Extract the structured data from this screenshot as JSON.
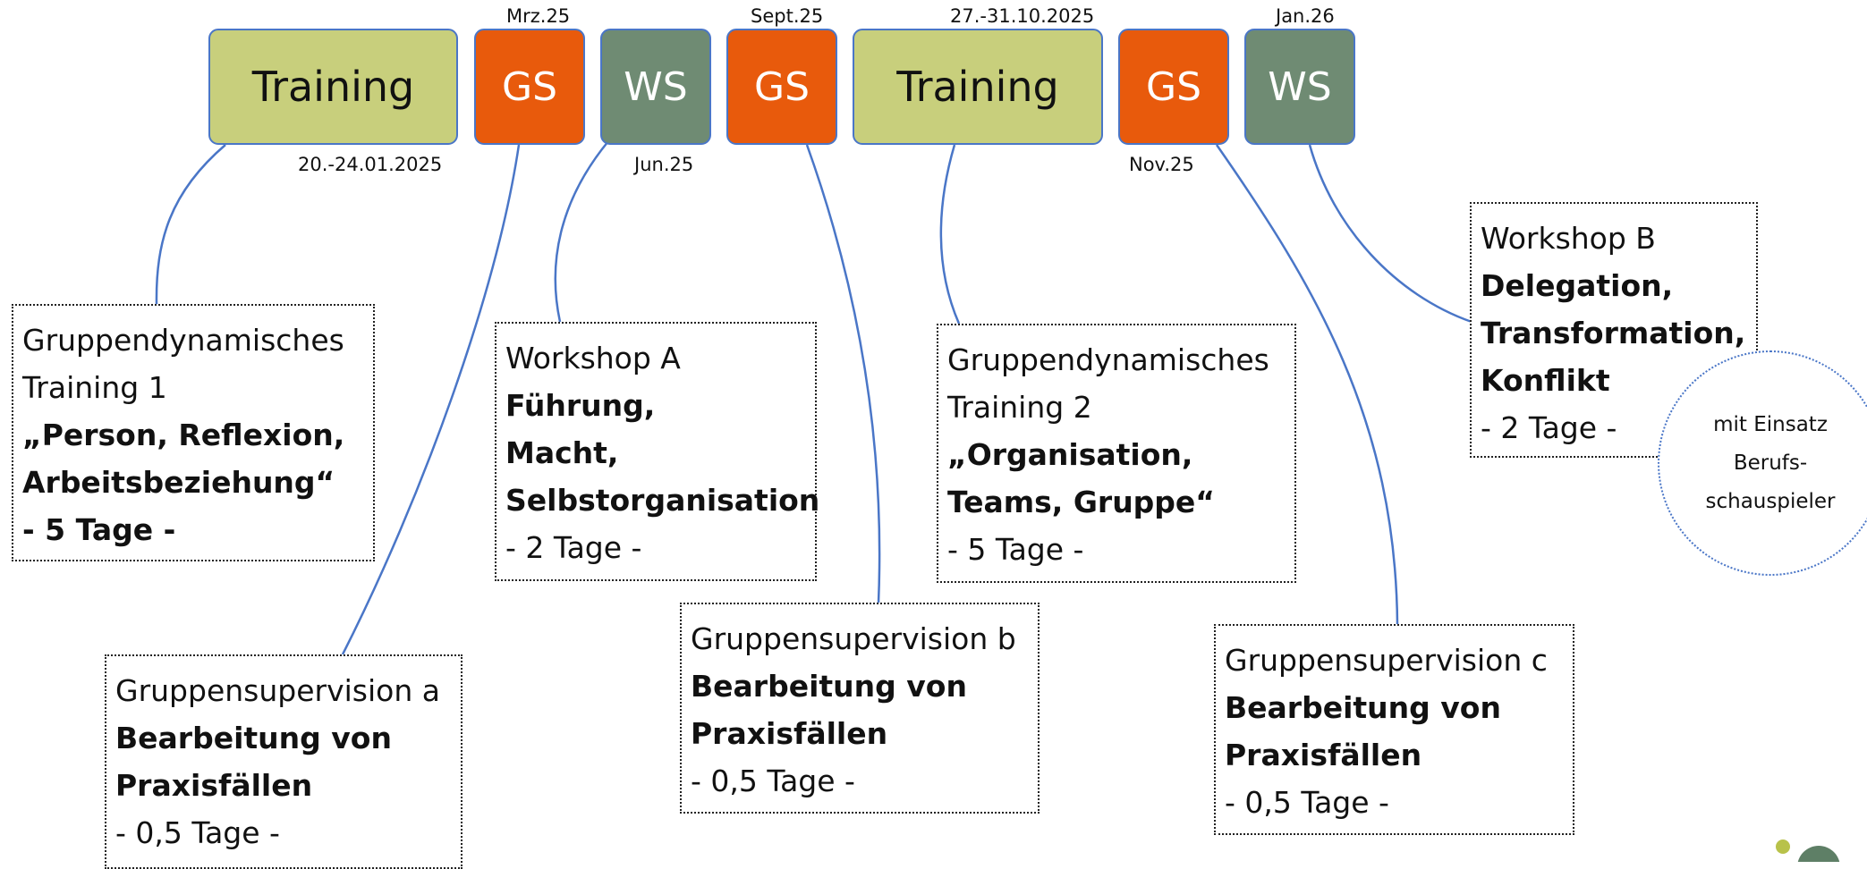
{
  "timeline": {
    "blocks": [
      {
        "label": "Training",
        "type": "training"
      },
      {
        "label": "GS",
        "type": "gs"
      },
      {
        "label": "WS",
        "type": "ws"
      },
      {
        "label": "GS",
        "type": "gs"
      },
      {
        "label": "Training",
        "type": "training"
      },
      {
        "label": "GS",
        "type": "gs"
      },
      {
        "label": "WS",
        "type": "ws"
      }
    ],
    "dates": {
      "d1": "20.-24.01.2025",
      "d2": "Mrz.25",
      "d3": "Jun.25",
      "d4": "Sept.25",
      "d5": "27.-31.10.2025",
      "d6": "Nov.25",
      "d7": "Jan.26"
    },
    "colors": {
      "training": "#c8cf7c",
      "gs": "#e85a0c",
      "ws": "#6f8b73",
      "border": "#4a76c7",
      "connector": "#4a76c7"
    }
  },
  "cards": {
    "training1": {
      "line1": "Gruppendynamisches",
      "line2": "Training 1",
      "line3": "„Person, Reflexion,",
      "line4": "Arbeitsbeziehung“",
      "line5": "- 5 Tage -"
    },
    "gsa": {
      "line1": "Gruppensupervision a",
      "line2": "Bearbeitung von",
      "line3": "Praxisfällen",
      "line4": "- 0,5 Tage -"
    },
    "wsa": {
      "line1": "Workshop A",
      "line2": "Führung,",
      "line3": "Macht,",
      "line4": "Selbstorganisation",
      "line5": "- 2 Tage -"
    },
    "gsb": {
      "line1": "Gruppensupervision b",
      "line2": "Bearbeitung von",
      "line3": "Praxisfällen",
      "line4": "- 0,5 Tage -"
    },
    "training2": {
      "line1": "Gruppendynamisches",
      "line2": "Training 2",
      "line3": "„Organisation,",
      "line4": "Teams, Gruppe“",
      "line5": "- 5 Tage -"
    },
    "gsc": {
      "line1": "Gruppensupervision c",
      "line2": "Bearbeitung von",
      "line3": "Praxisfällen",
      "line4": "- 0,5 Tage -"
    },
    "wsb": {
      "line1": "Workshop B",
      "line2": "Delegation,",
      "line3": "Transformation,",
      "line4": "Konflikt",
      "line5": "- 2 Tage -"
    }
  },
  "bubble": {
    "line1": "mit Einsatz",
    "line2": "Berufs-",
    "line3": "schauspieler"
  }
}
